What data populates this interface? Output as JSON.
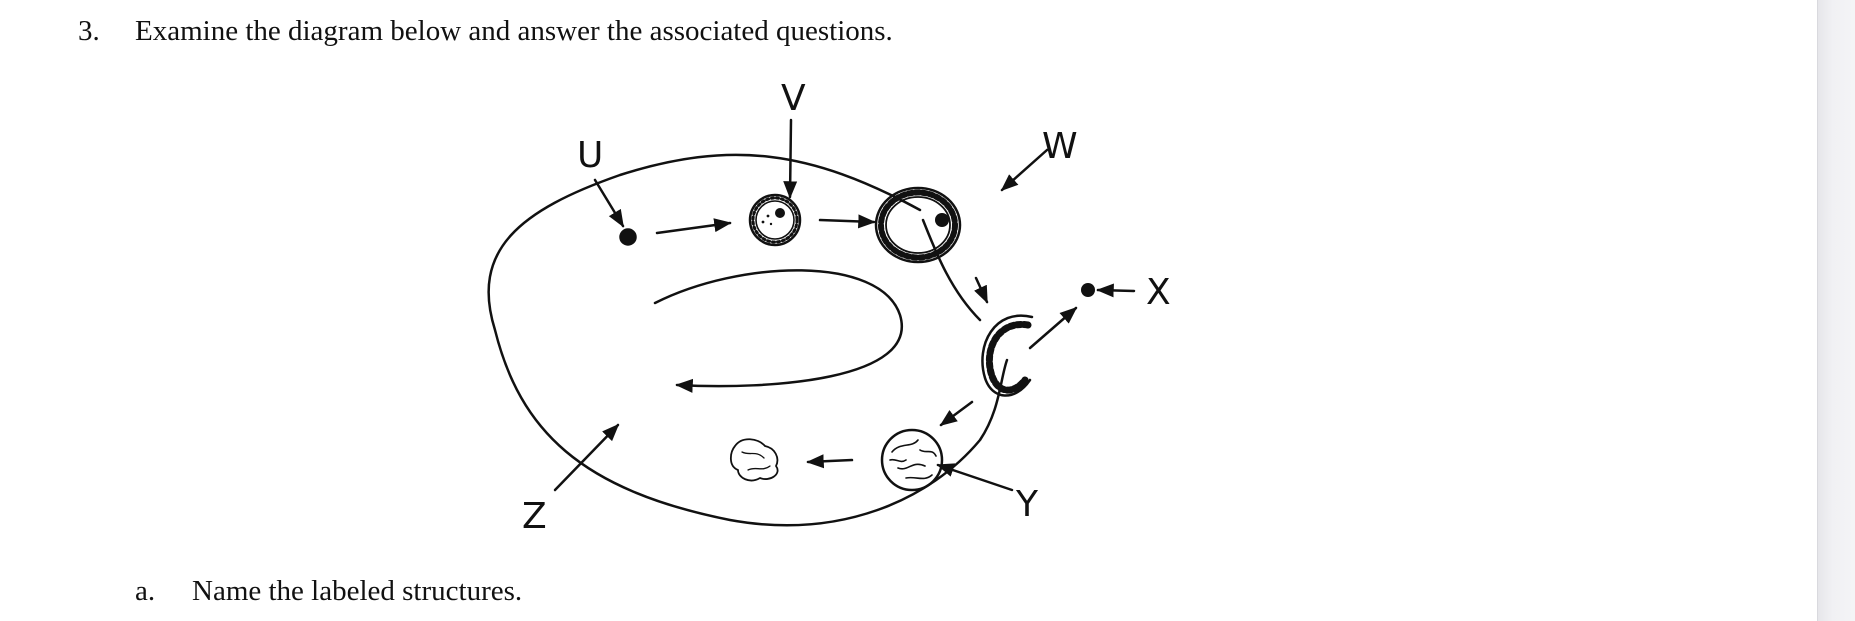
{
  "question": {
    "number": "3.",
    "prompt": "Examine the diagram below and answer the associated questions."
  },
  "diagram": {
    "labels": [
      "U",
      "V",
      "W",
      "X",
      "Y",
      "Z"
    ]
  },
  "subquestions": [
    {
      "letter": "a.",
      "text": "Name the labeled structures."
    }
  ],
  "colors": {
    "ink": "#111111",
    "background": "#ffffff",
    "scroll_edge": "#eeeef1"
  }
}
